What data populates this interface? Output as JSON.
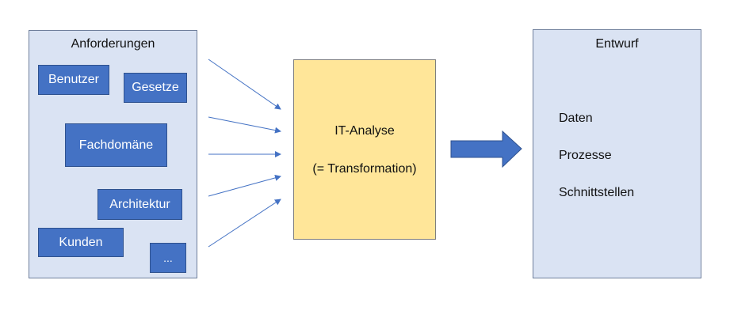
{
  "requirements": {
    "title": "Anforderungen",
    "items": [
      "Benutzer",
      "Gesetze",
      "Fachdomäne",
      "Architektur",
      "Kunden",
      "..."
    ]
  },
  "analysis": {
    "title": "IT-Analyse",
    "subtitle": "(= Transformation)"
  },
  "design": {
    "title": "Entwurf",
    "items": [
      "Daten",
      "Prozesse",
      "Schnittstellen"
    ]
  },
  "colors": {
    "panel_fill": "#dae3f3",
    "chip_fill": "#4472c4",
    "analysis_fill": "#ffe699",
    "arrow": "#4472c4"
  }
}
